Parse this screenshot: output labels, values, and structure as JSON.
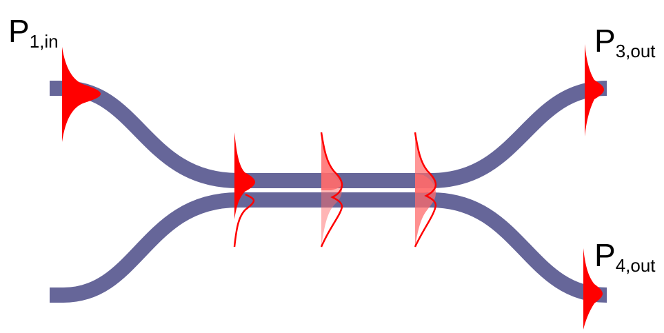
{
  "labels": {
    "p1": {
      "main": "P",
      "sub": "1,in"
    },
    "p3": {
      "main": "P",
      "sub": "3,out"
    },
    "p4": {
      "main": "P",
      "sub": "4,out"
    }
  },
  "colors": {
    "waveguide": "#666699",
    "pulse": "#ff0000",
    "pulse_faded": "#ff6b6b"
  }
}
